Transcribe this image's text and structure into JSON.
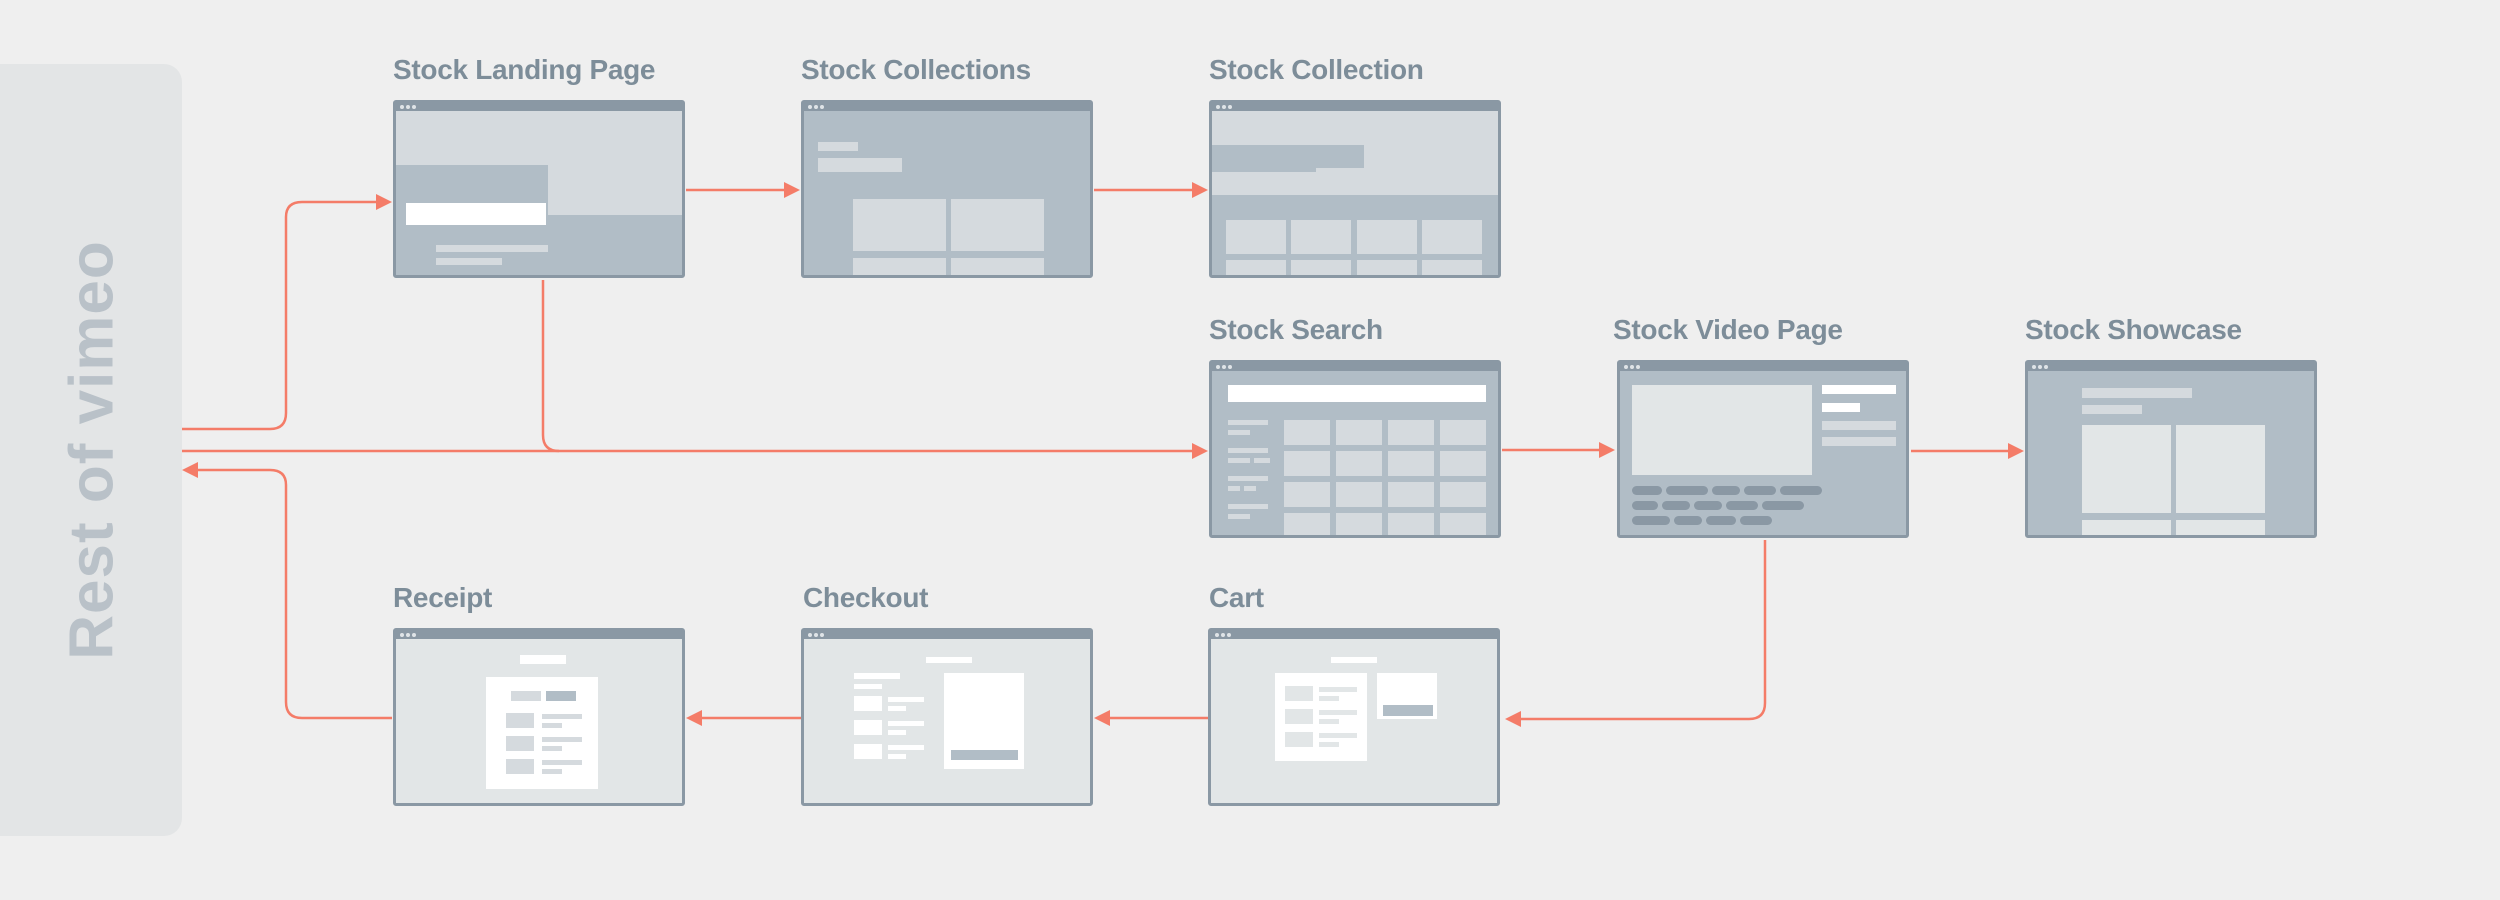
{
  "diagram": {
    "side_label": "Rest of vimeo",
    "pages": {
      "landing": "Stock Landing Page",
      "collections": "Stock Collections",
      "collection": "Stock Collection",
      "search": "Stock Search",
      "video": "Stock Video Page",
      "showcase": "Stock Showcase",
      "receipt": "Receipt",
      "checkout": "Checkout",
      "cart": "Cart"
    }
  },
  "colors": {
    "arrow": "#f47c68",
    "side_line": "#6c63b5",
    "frame_border": "#8a98a4",
    "frame_dark_fill": "#b1bdc6",
    "frame_light_fill": "#e2e6e7",
    "title_text": "#7d8d99"
  }
}
